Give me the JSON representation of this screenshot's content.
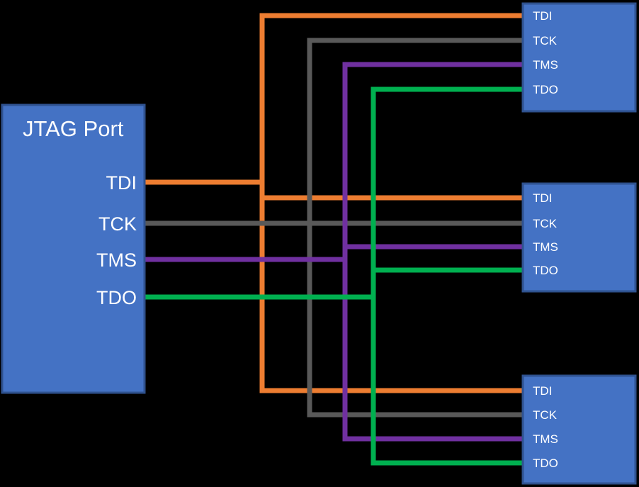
{
  "colors": {
    "background": "#000000",
    "box_fill": "#4472C4",
    "box_border": "#2F528F",
    "label_text": "#FFFFFF"
  },
  "jtag": {
    "title": "JTAG Port",
    "pins": [
      "TDI",
      "TCK",
      "TMS",
      "TDO"
    ]
  },
  "devices": [
    [
      "TDI",
      "TCK",
      "TMS",
      "TDO"
    ],
    [
      "TDI",
      "TCK",
      "TMS",
      "TDO"
    ],
    [
      "TDI",
      "TCK",
      "TMS",
      "TDO"
    ]
  ],
  "nets": [
    {
      "signal": "TDI",
      "color": "#ED7D31"
    },
    {
      "signal": "TCK",
      "color": "#595959"
    },
    {
      "signal": "TMS",
      "color": "#7030A0"
    },
    {
      "signal": "TDO",
      "color": "#00B050"
    }
  ]
}
